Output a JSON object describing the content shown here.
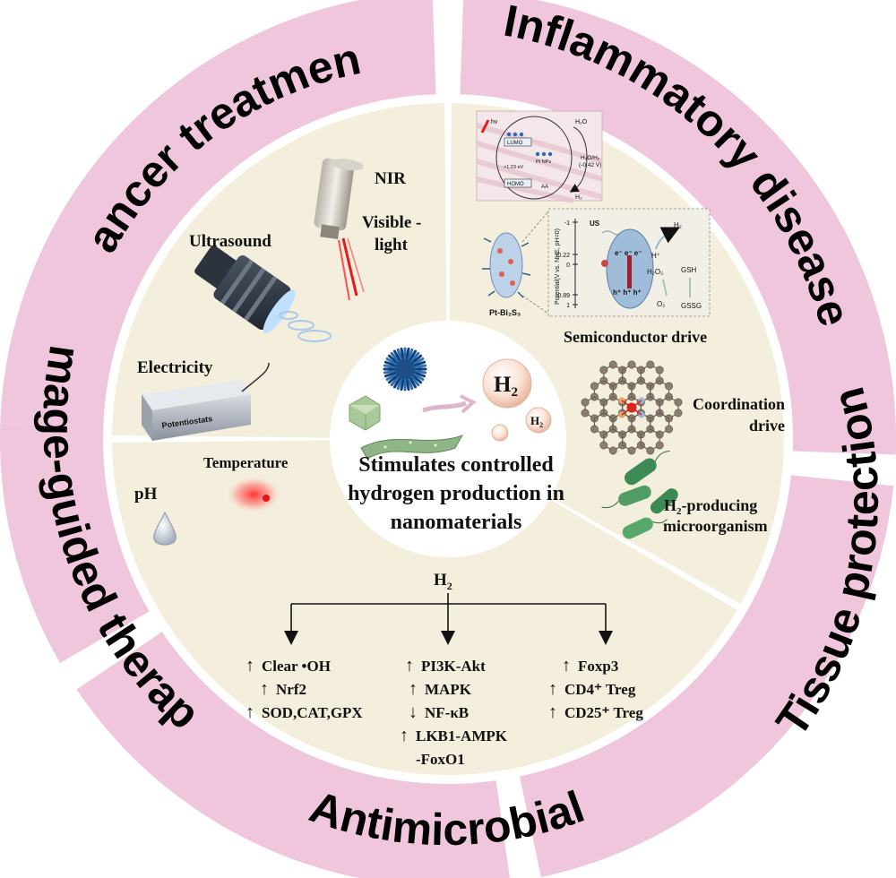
{
  "ring_labels": {
    "cancer": "Cancer treatment",
    "inflammatory": "Inflammatory disease",
    "tissue": "Tissue protection",
    "antimicrobial": "Antimicrobial",
    "image_guided": "Image-guided therapy"
  },
  "stimuli": {
    "nir": "NIR",
    "visible": "Visible -",
    "light": "light",
    "ultrasound": "Ultrasound",
    "electricity": "Electricity",
    "potentiostat": "Potentiostats",
    "temperature": "Temperature",
    "ph": "pH"
  },
  "drives": {
    "semiconductor": "Semiconductor drive",
    "coordination_1": "Coordination",
    "coordination_2": "drive",
    "microbe_pre": "H",
    "microbe_sub": "2",
    "microbe_post": "-producing",
    "microbe_2": "microorganism"
  },
  "mechanism_figure": {
    "hv": "hv",
    "lumo": "LUMO",
    "homo": "HOMO",
    "pt_nps": "Pt NPs",
    "gap": ">1.23 eV",
    "aa": "AA",
    "h2o": "H₂O",
    "h2o_h2": "H₂O/H₂",
    "h2o_h2_pot": "(-0.42 V)",
    "h2": "H₂"
  },
  "potential_figure": {
    "material": "Pt-Bi₂S₃",
    "axis_label": "Potential(V vs. NHE, pH=0)",
    "ticks": [
      "-1",
      "-0.22",
      "0",
      "0.89",
      "1"
    ],
    "us": "US",
    "electrons": "e⁻ e⁻ e⁻",
    "holes": "h⁺ h⁺ h⁺",
    "h2": "H₂",
    "h_plus": "H⁺",
    "h2o2": "H₂O₂",
    "gsh": "GSH",
    "o2": "O₂",
    "gssg": "GSSG"
  },
  "center": {
    "h2_big": "H",
    "h2_big_sub": "2",
    "h2_small": "H",
    "h2_small_sub": "2",
    "line1": "Stimulates controlled",
    "line2": "hydrogen production in",
    "line3": "nanomaterials"
  },
  "pathway": {
    "root": "H",
    "root_sub": "2",
    "col1": [
      {
        "arrow": "↑",
        "text": "Clear •OH"
      },
      {
        "arrow": "↑",
        "text": "Nrf2"
      },
      {
        "arrow": "↑",
        "text": "SOD,CAT,GPX"
      }
    ],
    "col2": [
      {
        "arrow": "↑",
        "text": "PI3K-Akt"
      },
      {
        "arrow": "↑",
        "text": "MAPK"
      },
      {
        "arrow": "↓",
        "text": "NF-κB"
      },
      {
        "arrow": "↑",
        "text": "LKB1-AMPK"
      },
      {
        "arrow": "",
        "text": "-FoxO1"
      }
    ],
    "col3": [
      {
        "arrow": "↑",
        "text": "Foxp3"
      },
      {
        "arrow": "↑",
        "text": "CD4⁺ Treg"
      },
      {
        "arrow": "↑",
        "text": "CD25⁺ Treg"
      }
    ]
  },
  "colors": {
    "ring": "#efc6dc",
    "sector": "#f4eedc",
    "center": "#ffffff",
    "ring_gap": "#ffffff"
  }
}
